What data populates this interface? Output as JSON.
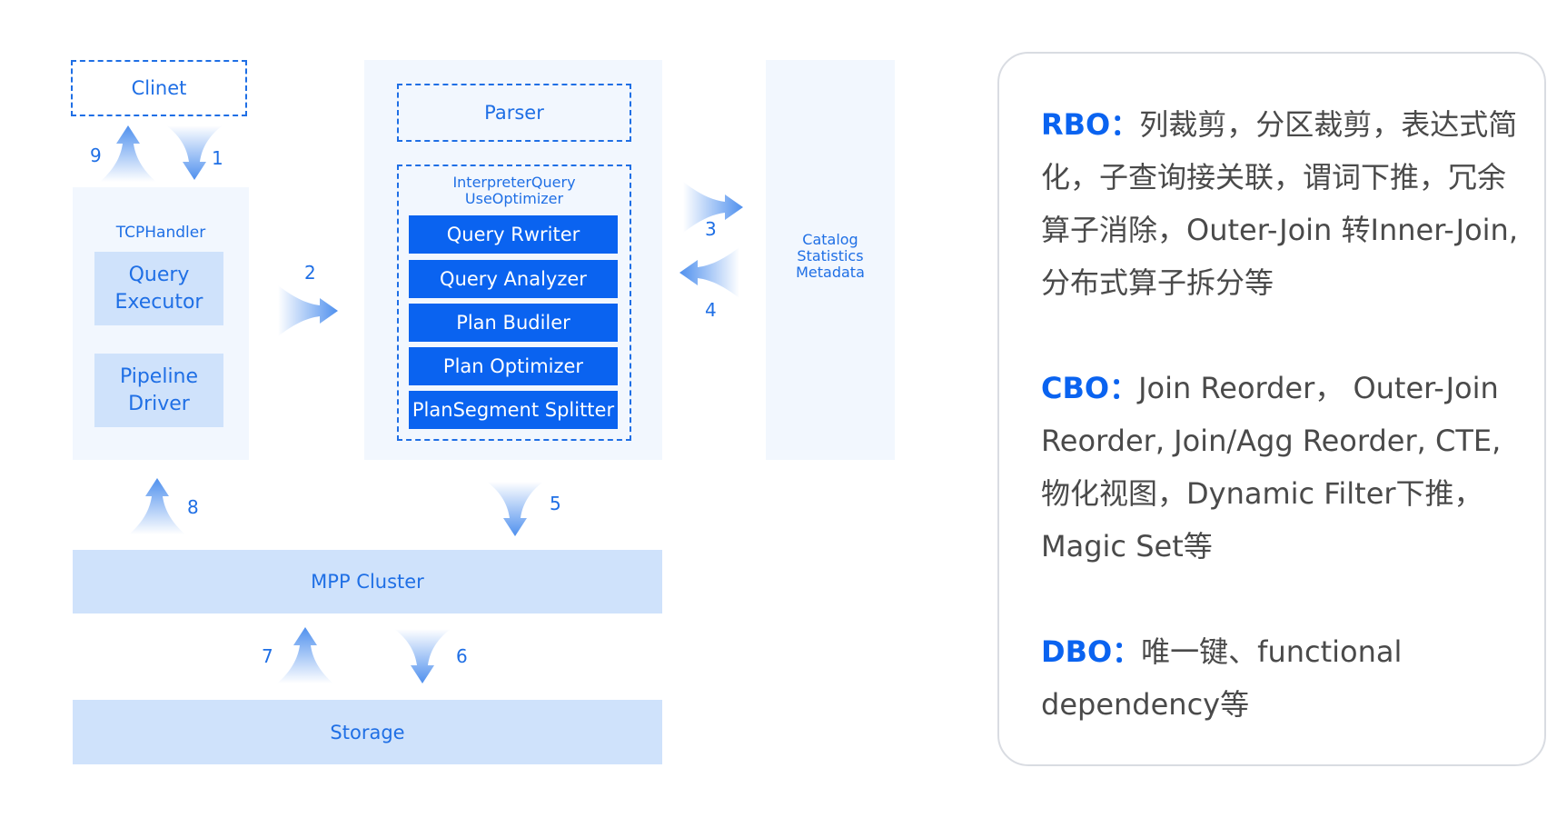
{
  "client": "Clinet",
  "tcp": {
    "label": "TCPHandler",
    "query_executor": [
      "Query",
      "Executor"
    ],
    "pipeline_driver": [
      "Pipeline",
      "Driver"
    ]
  },
  "parser": "Parser",
  "interpreter": {
    "label": [
      "InterpreterQuery",
      "UseOptimizer"
    ],
    "steps": [
      "Query Rwriter",
      "Query Analyzer",
      "Plan Budiler",
      "Plan Optimizer",
      "PlanSegment Splitter"
    ]
  },
  "catalog": [
    "Catalog",
    "Statistics",
    "Metadata"
  ],
  "mpp": "MPP Cluster",
  "storage": "Storage",
  "steps": {
    "s1": "1",
    "s2": "2",
    "s3": "3",
    "s4": "4",
    "s5": "5",
    "s6": "6",
    "s7": "7",
    "s8": "8",
    "s9": "9"
  },
  "legend": {
    "rbo": {
      "key": "RBO：",
      "text": "列裁剪，分区裁剪，表达式简化，子查询接关联，谓词下推，冗余算子消除，Outer-Join 转Inner-Join, 分布式算子拆分等"
    },
    "cbo": {
      "key": "CBO：",
      "text": "Join Reorder， Outer-Join Reorder, Join/Agg Reorder, CTE, 物化视图，Dynamic Filter下推，Magic Set等"
    },
    "dbo": {
      "key": "DBO：",
      "text": "唯一键、functional dependency等"
    }
  },
  "colors": {
    "accent": "#0a63f0",
    "light_block": "#cfe2fb",
    "panel": "#f2f7fe",
    "arrow": "#4f90ee"
  }
}
